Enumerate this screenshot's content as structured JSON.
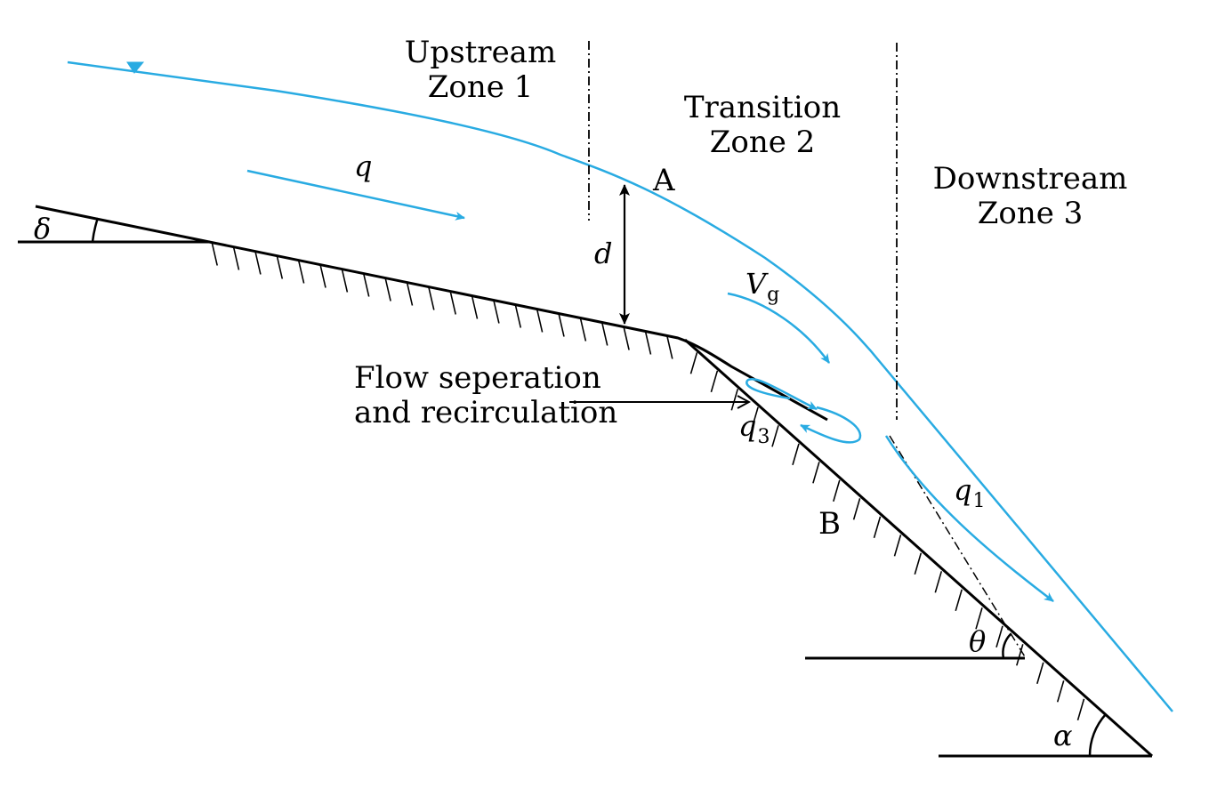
{
  "zones": {
    "upstream": {
      "line1": "Upstream",
      "line2": "Zone 1"
    },
    "transition": {
      "line1": "Transition",
      "line2": "Zone 2"
    },
    "downstream": {
      "line1": "Downstream",
      "line2": "Zone 3"
    }
  },
  "points": {
    "a": "A",
    "b": "B"
  },
  "annotation": {
    "line1": "Flow seperation",
    "line2": "and recirculation"
  },
  "symbols": {
    "q": "q",
    "d": "d",
    "vg_main": "V",
    "vg_sub": "g",
    "q1_main": "q",
    "q1_sub": "1",
    "q3_main": "q",
    "q3_sub": "3",
    "delta": "δ",
    "theta": "θ",
    "alpha": "α"
  },
  "colors": {
    "water": "#29abe2",
    "bed": "#000000"
  }
}
